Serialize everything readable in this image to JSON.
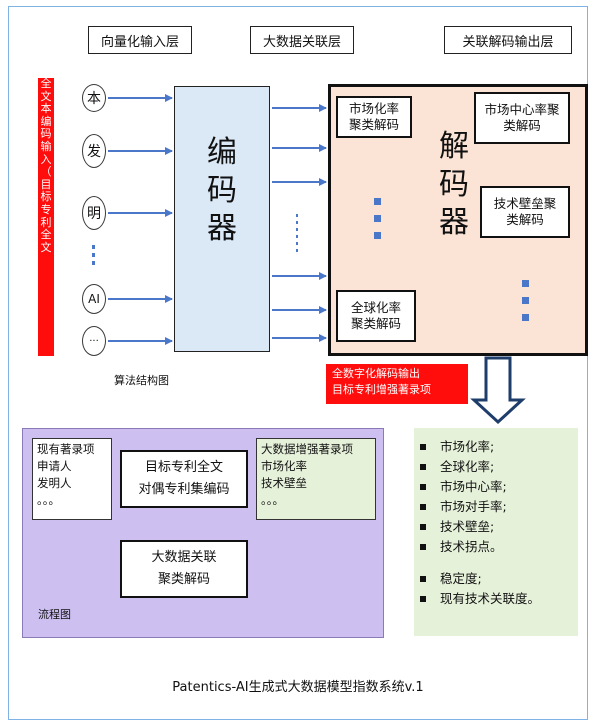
{
  "layers": {
    "vector_input": "向量化输入层",
    "big_data_assoc": "大数据关联层",
    "assoc_decode_output": "关联解码输出层"
  },
  "left_strip_text": "全文本编码输入（目标专利全文",
  "input_nodes": [
    "本",
    "发",
    "明",
    "AI",
    "···"
  ],
  "encoder_label": "编码器",
  "decoder": {
    "label": "解码器",
    "market_rate": "市场化率聚类解码",
    "market_center": "市场中心率聚类解码",
    "tech_barrier": "技术壁垒聚类解码",
    "global_rate": "全球化率聚类解码"
  },
  "red_output": {
    "line1": "全数字化解码输出",
    "line2": "目标专利增强著录项"
  },
  "algo_caption": "算法结构图",
  "output_list": [
    "市场化率;",
    "全球化率;",
    "市场中心率;",
    "市场对手率;",
    "技术壁垒;",
    "技术拐点。",
    "稳定度;",
    "现有技术关联度。"
  ],
  "flow": {
    "existing": {
      "title": "现有著录项",
      "applicant": "申请人",
      "inventor": "发明人",
      "ellipsis": "。。。"
    },
    "encode": {
      "line1": "目标专利全文",
      "line2": "对偶专利集编码"
    },
    "cluster": {
      "line1": "大数据关联",
      "line2": "聚类解码"
    },
    "enhanced": {
      "title": "大数据增强著录项",
      "market_rate": "市场化率",
      "tech_barrier": "技术壁垒",
      "ellipsis": "。。。"
    },
    "caption": "流程图"
  },
  "footer": "Patentics-AI生成式大数据模型指数系统v.1",
  "colors": {
    "red": "#ff0d0d",
    "arrow_blue": "#4a77c8",
    "encoder_fill": "#dbe8f5",
    "decoder_fill": "#fbe4d6",
    "output_green": "#e6f1da",
    "flow_purple": "#cdbff0"
  }
}
